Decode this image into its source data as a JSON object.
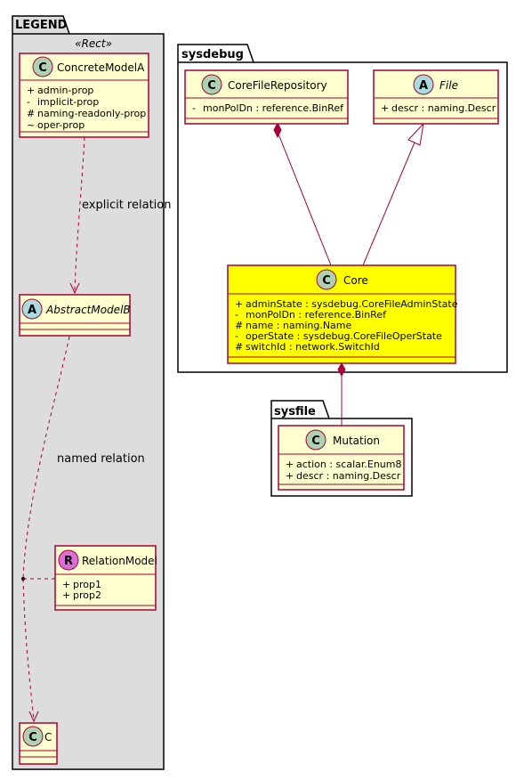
{
  "packages": {
    "legend": {
      "name": "LEGEND",
      "stereotype": "«Rect»"
    },
    "sysdebug": {
      "name": "sysdebug"
    },
    "sysfile": {
      "name": "sysfile"
    }
  },
  "classes": {
    "concreteA": {
      "kind": "C",
      "name": "ConcreteModelA",
      "attrs": [
        {
          "vis": "+",
          "text": "admin-prop"
        },
        {
          "vis": "-",
          "text": "implicit-prop"
        },
        {
          "vis": "#",
          "text": "naming-readonly-prop"
        },
        {
          "vis": "~",
          "text": "oper-prop"
        }
      ]
    },
    "abstractB": {
      "kind": "A",
      "name": "AbstractModelB",
      "attrs": []
    },
    "relationModel": {
      "kind": "R",
      "name": "RelationModel",
      "attrs": [
        {
          "vis": "+",
          "text": "prop1"
        },
        {
          "vis": "+",
          "text": "prop2"
        }
      ]
    },
    "c": {
      "kind": "C",
      "name": "C",
      "attrs": []
    },
    "coreFileRepo": {
      "kind": "C",
      "name": "CoreFileRepository",
      "attrs": [
        {
          "vis": "-",
          "text": "monPolDn : reference.BinRef"
        }
      ]
    },
    "file": {
      "kind": "A",
      "name": "File",
      "attrs": [
        {
          "vis": "+",
          "text": "descr : naming.Descr"
        }
      ]
    },
    "core": {
      "kind": "C",
      "name": "Core",
      "attrs": [
        {
          "vis": "+",
          "text": "adminState : sysdebug.CoreFileAdminState"
        },
        {
          "vis": "-",
          "text": "monPolDn : reference.BinRef"
        },
        {
          "vis": "#",
          "text": "name : naming.Name"
        },
        {
          "vis": "-",
          "text": "operState : sysdebug.CoreFileOperState"
        },
        {
          "vis": "#",
          "text": "switchId : network.SwitchId"
        }
      ]
    },
    "mutation": {
      "kind": "C",
      "name": "Mutation",
      "attrs": [
        {
          "vis": "+",
          "text": "action : scalar.Enum8"
        },
        {
          "vis": "+",
          "text": "descr : naming.Descr"
        }
      ]
    }
  },
  "relations": {
    "explicit": "explicit relation",
    "named": "named relation"
  },
  "colors": {
    "classFill": "#FEFECE",
    "classBorder": "#A80036",
    "highlightFill": "#FFFF00",
    "legendFill": "#DDDDDD",
    "circleC": "#ADD1B2",
    "circleA": "#A9DCDF",
    "circleR": "#DA70D6"
  }
}
